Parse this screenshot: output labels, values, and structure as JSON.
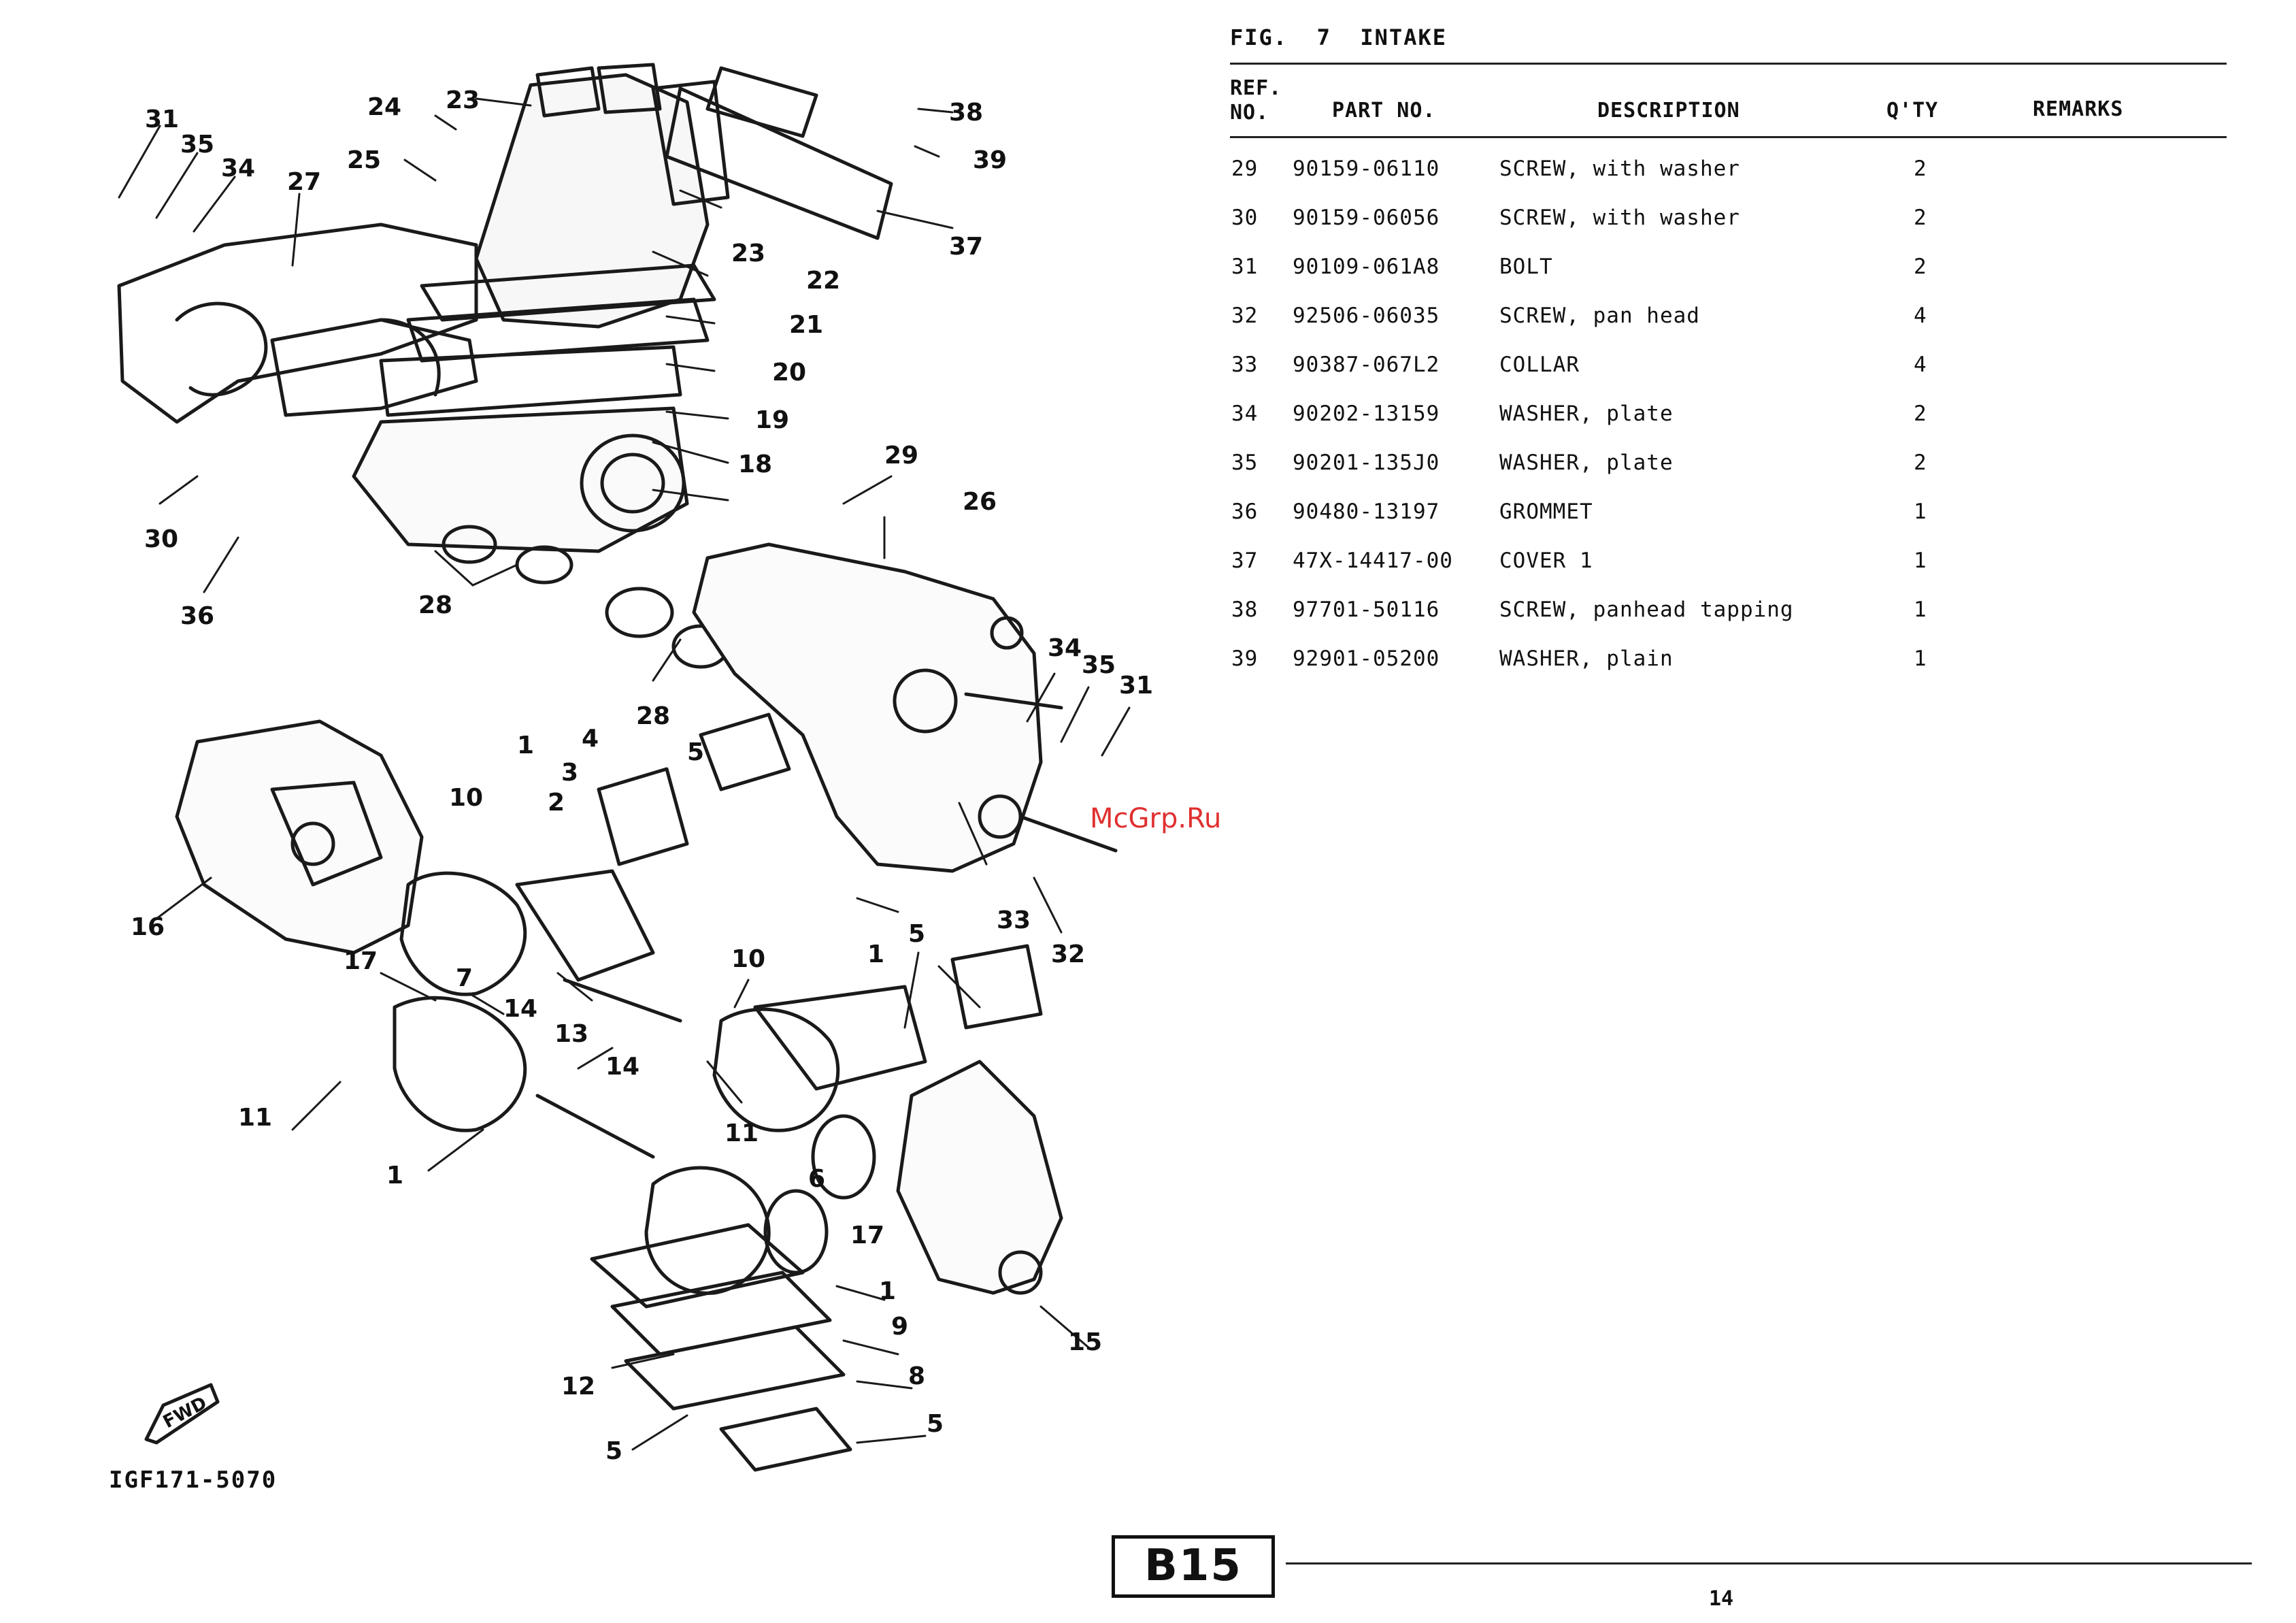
{
  "figure": {
    "title": "FIG.  7  INTAKE",
    "diagram_code": "IGF171-5070",
    "fwd_label": "FWD",
    "callouts": [
      "1",
      "2",
      "3",
      "4",
      "5",
      "6",
      "7",
      "8",
      "9",
      "10",
      "11",
      "12",
      "13",
      "14",
      "15",
      "16",
      "17",
      "18",
      "19",
      "20",
      "21",
      "22",
      "23",
      "24",
      "25",
      "26",
      "27",
      "28",
      "29",
      "30",
      "31",
      "32",
      "33",
      "34",
      "35",
      "36",
      "37",
      "38",
      "39"
    ]
  },
  "table": {
    "headers": {
      "ref_line1": "REF.",
      "ref_line2": "NO.",
      "part_no": "PART NO.",
      "description": "DESCRIPTION",
      "qty": "Q'TY",
      "remarks": "REMARKS"
    },
    "rows": [
      {
        "ref": "29",
        "part": "90159-06110",
        "desc": "SCREW, with washer",
        "qty": "2"
      },
      {
        "ref": "30",
        "part": "90159-06056",
        "desc": "SCREW, with washer",
        "qty": "2"
      },
      {
        "ref": "31",
        "part": "90109-061A8",
        "desc": "BOLT",
        "qty": "2"
      },
      {
        "ref": "32",
        "part": "92506-06035",
        "desc": "SCREW, pan head",
        "qty": "4"
      },
      {
        "ref": "33",
        "part": "90387-067L2",
        "desc": "COLLAR",
        "qty": "4"
      },
      {
        "ref": "34",
        "part": "90202-13159",
        "desc": "WASHER, plate",
        "qty": "2"
      },
      {
        "ref": "35",
        "part": "90201-135J0",
        "desc": "WASHER, plate",
        "qty": "2"
      },
      {
        "ref": "36",
        "part": "90480-13197",
        "desc": "GROMMET",
        "qty": "1"
      },
      {
        "ref": "37",
        "part": "47X-14417-00",
        "desc": "COVER 1",
        "qty": "1"
      },
      {
        "ref": "38",
        "part": "97701-50116",
        "desc": "SCREW, panhead tapping",
        "qty": "1"
      },
      {
        "ref": "39",
        "part": "92901-05200",
        "desc": "WASHER, plain",
        "qty": "1"
      }
    ]
  },
  "footer": {
    "section": "B15",
    "page": "14"
  },
  "watermark": "McGrp.Ru"
}
